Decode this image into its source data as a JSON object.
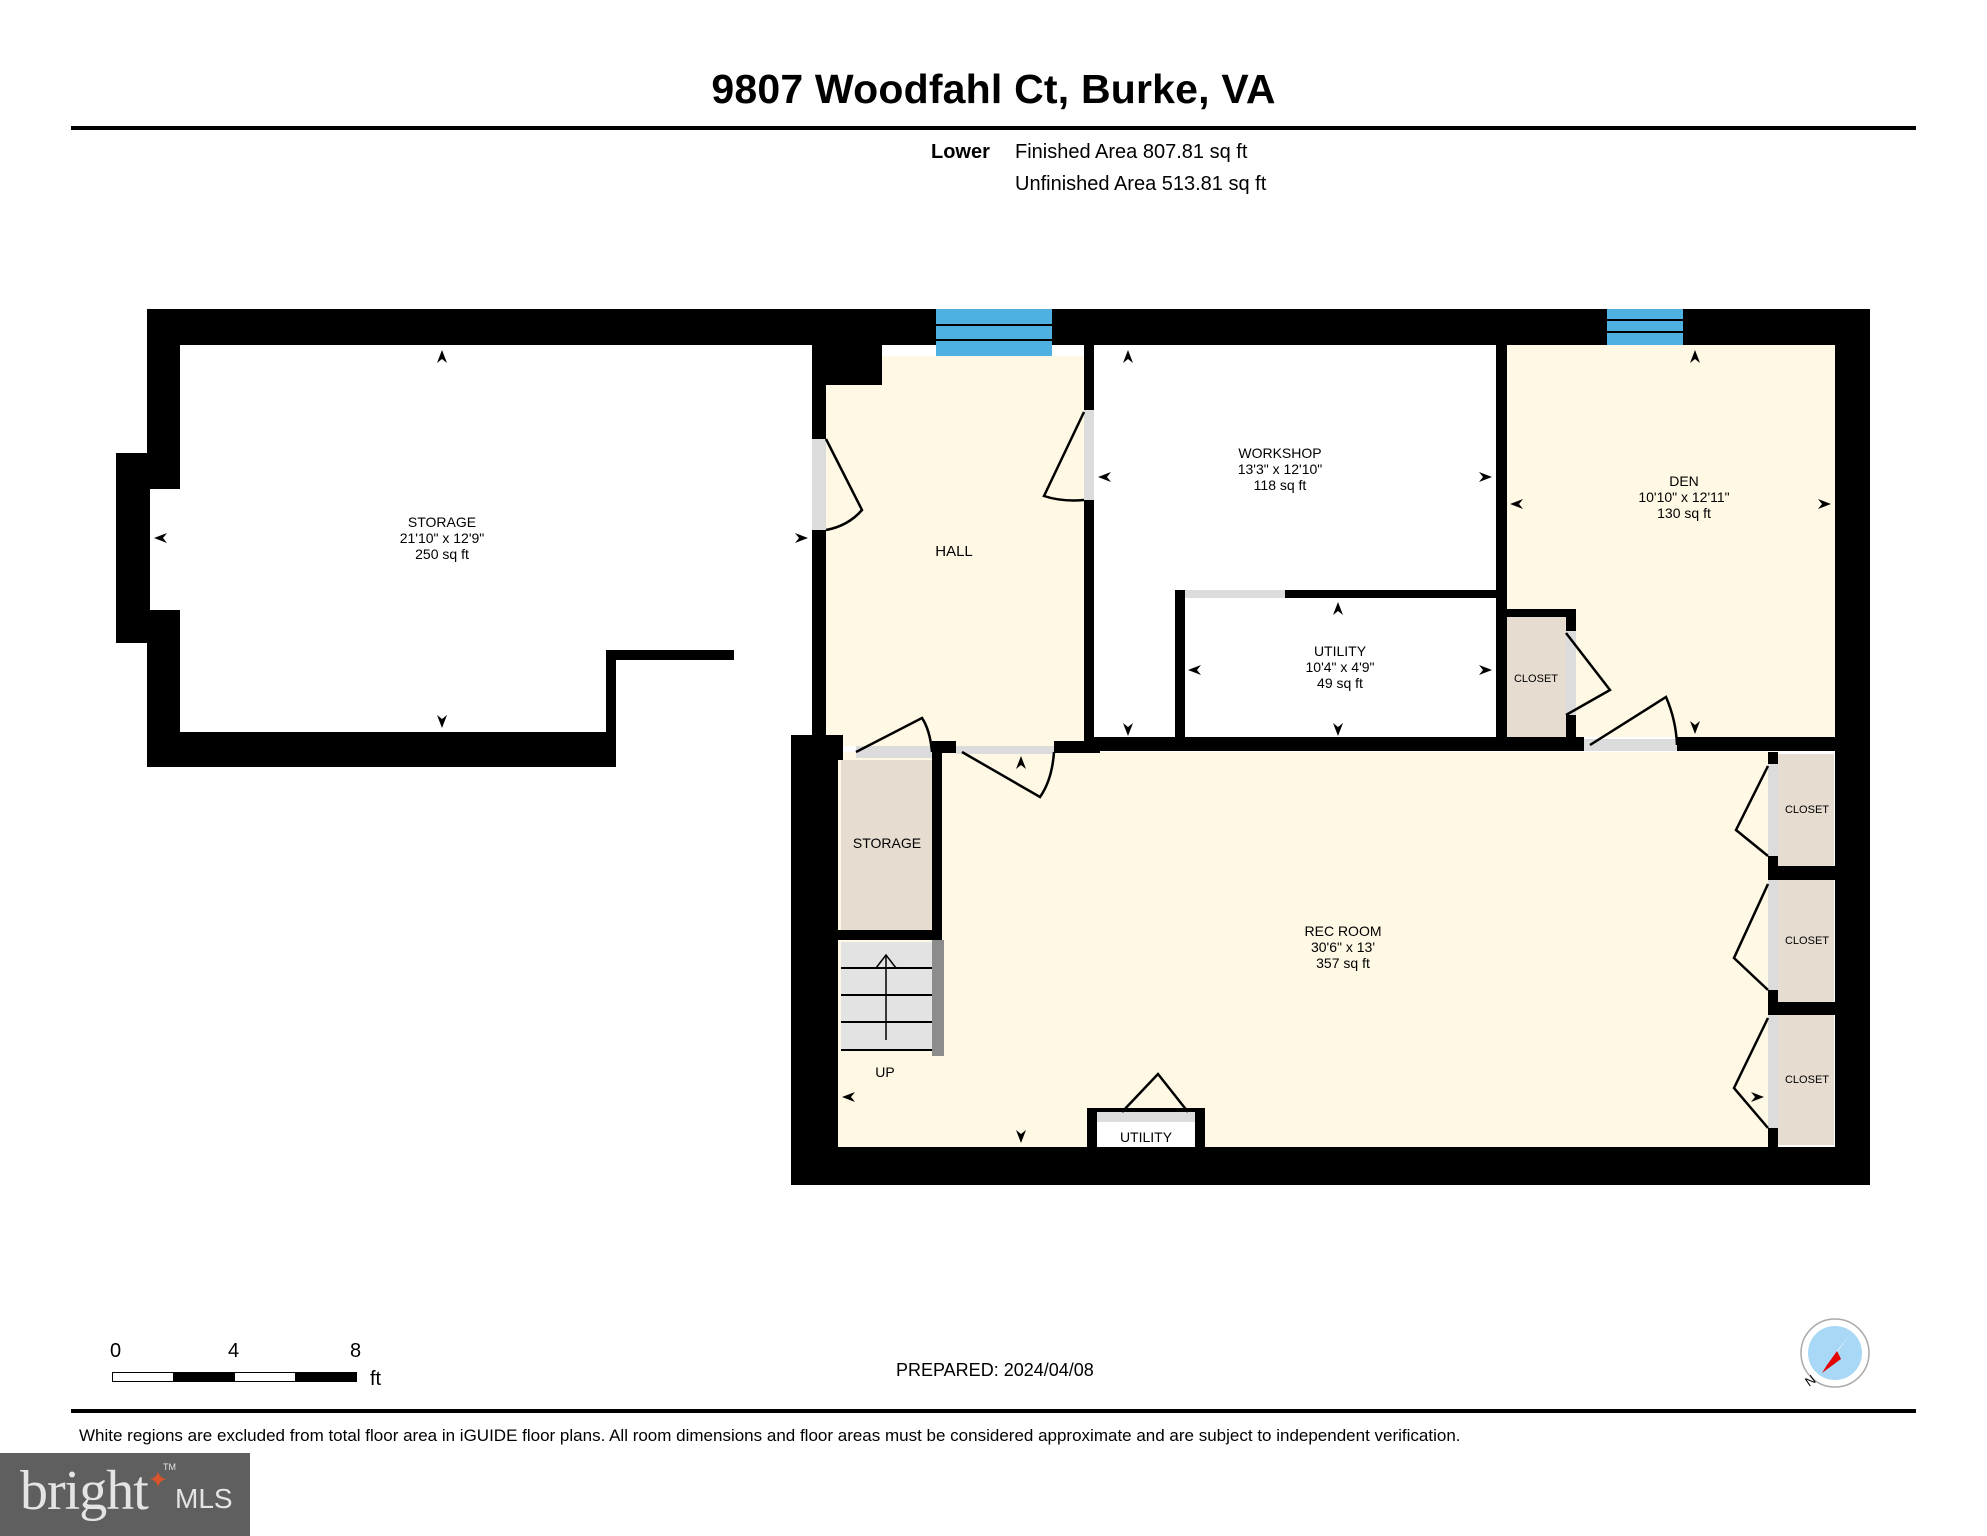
{
  "header": {
    "title": "9807 Woodfahl Ct, Burke, VA",
    "level": "Lower",
    "finished_area": "Finished Area 807.81 sq ft",
    "unfinished_area": "Unfinished Area 513.81 sq ft"
  },
  "rooms": {
    "storage_main": {
      "name": "STORAGE",
      "dims": "21'10\" x 12'9\"",
      "area": "250 sq ft"
    },
    "hall": {
      "name": "HALL"
    },
    "workshop": {
      "name": "WORKSHOP",
      "dims": "13'3\" x 12'10\"",
      "area": "118 sq ft"
    },
    "den": {
      "name": "DEN",
      "dims": "10'10\" x 12'11\"",
      "area": "130 sq ft"
    },
    "utility_upper": {
      "name": "UTILITY",
      "dims": "10'4\" x 4'9\"",
      "area": "49 sq ft"
    },
    "closet_den": {
      "name": "CLOSET"
    },
    "storage_small": {
      "name": "STORAGE"
    },
    "rec_room": {
      "name": "REC ROOM",
      "dims": "30'6\" x 13'",
      "area": "357 sq ft"
    },
    "closet_1": {
      "name": "CLOSET"
    },
    "closet_2": {
      "name": "CLOSET"
    },
    "closet_3": {
      "name": "CLOSET"
    },
    "utility_lower": {
      "name": "UTILITY"
    },
    "stairs": {
      "label": "UP"
    }
  },
  "colors": {
    "wall": "#000000",
    "finished_floor": "#fef8e4",
    "unfinished_floor": "#ffffff",
    "closet_floor": "#e6ddd0",
    "door_sill": "#dcdcdc",
    "window": "#4fb0e2",
    "stairs": "#e3e3e3"
  },
  "scale_bar": {
    "ticks": [
      "0",
      "4",
      "8"
    ],
    "unit": "ft"
  },
  "footer": {
    "prepared": "PREPARED: 2024/04/08",
    "disclaimer": "White regions are excluded from total floor area in iGUIDE floor plans. All room dimensions and floor areas must be considered approximate and are subject to independent verification.",
    "logo_word": "bright",
    "logo_suffix": "MLS",
    "logo_tm": "TM",
    "compass_label": "N"
  }
}
